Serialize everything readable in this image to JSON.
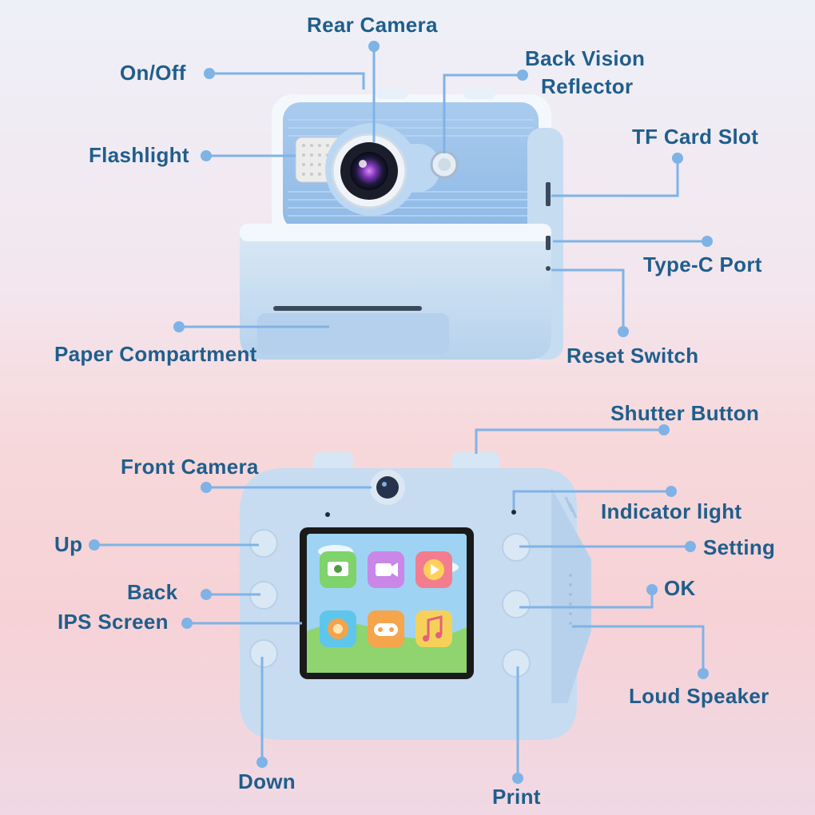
{
  "labels": {
    "rear_camera": "Rear Camera",
    "on_off": "On/Off",
    "back_vision_reflector_line1": "Back Vision",
    "back_vision_reflector_line2": "Reflector",
    "flashlight": "Flashlight",
    "tf_card_slot": "TF Card Slot",
    "type_c_port": "Type-C Port",
    "paper_compartment": "Paper Compartment",
    "reset_switch": "Reset Switch",
    "shutter_button": "Shutter Button",
    "front_camera": "Front Camera",
    "indicator_light": "Indicator light",
    "up": "Up",
    "setting": "Setting",
    "back": "Back",
    "ok": "OK",
    "ips_screen": "IPS Screen",
    "loud_speaker": "Loud Speaker",
    "down": "Down",
    "print": "Print"
  },
  "screen_icons": [
    "camera-app-icon",
    "video-app-icon",
    "play-app-icon",
    "settings-app-icon",
    "game-app-icon",
    "music-app-icon"
  ],
  "colors": {
    "label_text": "#1f5e8c",
    "leader_line": "#7fb3e6",
    "camera_body": "#c9dff2",
    "camera_accent": "#9cc4ea"
  }
}
